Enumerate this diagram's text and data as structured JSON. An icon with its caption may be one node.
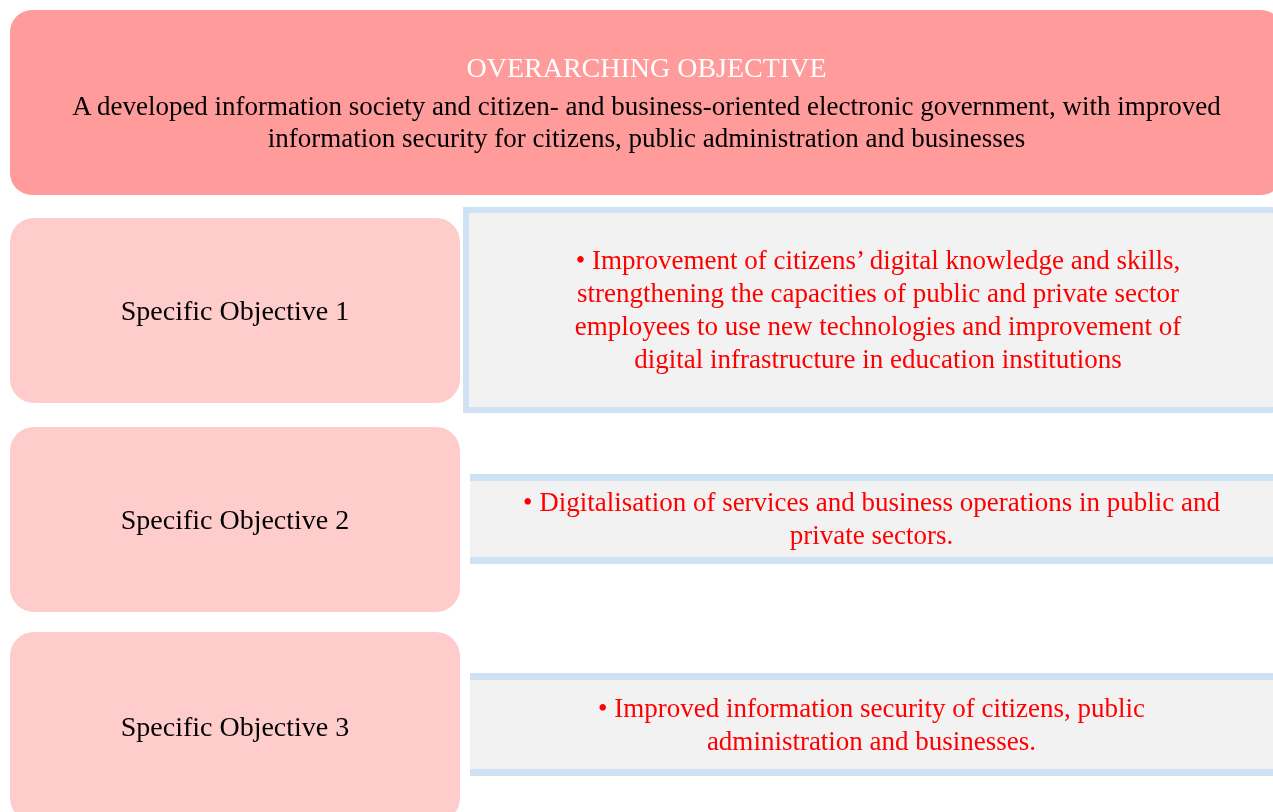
{
  "diagram": {
    "nodes": [
      {
        "text": [
          "OVERARCHING OBJECTIVE",
          "A developed information society and citizen- and business-oriented electronic government, with improved information security for citizens, public administration and businesses"
        ]
      },
      {
        "text": [
          "Specific Objective 1"
        ]
      },
      {
        "text": [
          "• Improvement of citizens’ digital knowledge and skills, strengthening the capacities of public and private sector employees to use new technologies and improvement of digital infrastructure in education institutions"
        ]
      },
      {
        "text": [
          "Specific Objective 2"
        ]
      },
      {
        "text": [
          "• Digitalisation of services and business operations in public and private sectors."
        ]
      },
      {
        "text": [
          "Specific Objective 3"
        ]
      },
      {
        "text": [
          "• Improved information security of citizens, public administration and businesses."
        ]
      }
    ],
    "edges": []
  }
}
